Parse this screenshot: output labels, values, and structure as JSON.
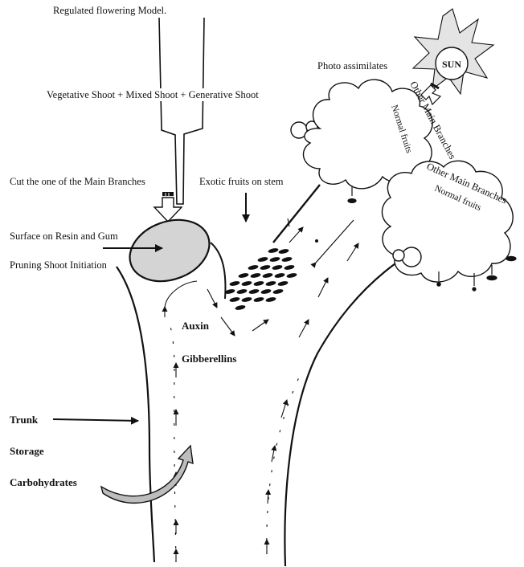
{
  "title": "Regulated flowering Model.",
  "labels": {
    "shoots": "Vegetative Shoot + Mixed Shoot + Generative Shoot",
    "cut_branch": "Cut the one of the Main Branches",
    "surface_resin": "Surface on Resin and Gum",
    "pruning": "Pruning Shoot Initiation",
    "exotic_fruits": "Exotic fruits on stem",
    "photo_assimilates": "Photo assimilates",
    "sun": "SUN",
    "other_main_branches_1": "Other Main Branches",
    "other_main_branches_2": "Other Main Branches",
    "normal_fruits_1": "Normal fruits",
    "normal_fruits_2": "Normal fruits",
    "auxin": "Auxin",
    "gibberellins": "Gibberellins",
    "trunk": "Trunk",
    "storage": "Storage",
    "carbohydrates": "Carbohydrates"
  },
  "colors": {
    "line": "#111111",
    "cut_surface_fill": "#d4d4d4",
    "sun_fill": "#e4e4e4",
    "sun_inner": "#ffffff",
    "fruit_fill": "#111111",
    "arrow_outline_fill": "#ffffff",
    "carb_arrow_fill": "#bdbdbd"
  },
  "icons": {
    "sun": "sun-icon",
    "cloud": "foliage-cloud-icon",
    "fruit": "fruit-icon",
    "arrow": "flow-arrow-icon"
  }
}
